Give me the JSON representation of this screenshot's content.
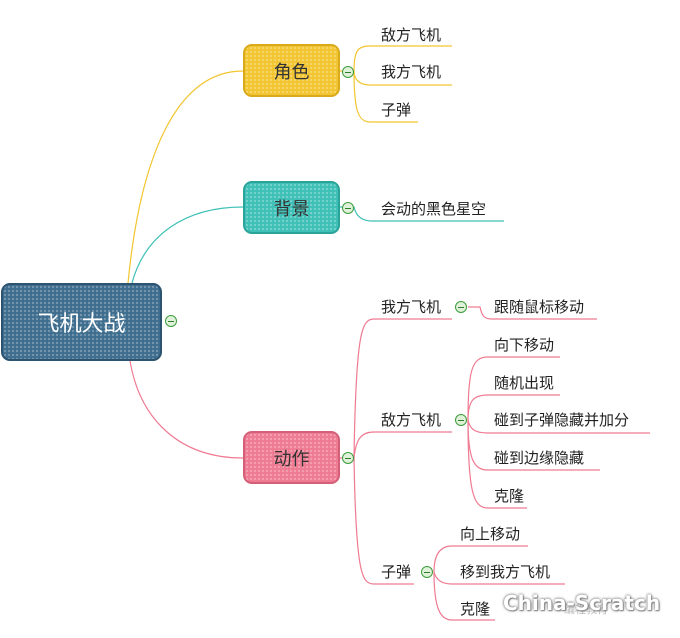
{
  "root": {
    "label": "飞机大战"
  },
  "role": {
    "label": "角色",
    "items": [
      "敌方飞机",
      "我方飞机",
      "子弹"
    ]
  },
  "background": {
    "label": "背景",
    "items": [
      "会动的黑色星空"
    ]
  },
  "action": {
    "label": "动作",
    "player": {
      "label": "我方飞机",
      "items": [
        "跟随鼠标移动"
      ]
    },
    "enemy": {
      "label": "敌方飞机",
      "items": [
        "向下移动",
        "随机出现",
        "碰到子弹隐藏并加分",
        "碰到边缘隐藏",
        "克隆"
      ]
    },
    "bullet": {
      "label": "子弹",
      "items": [
        "向上移动",
        "移到我方飞机",
        "克隆"
      ]
    }
  },
  "colors": {
    "root": "#3e6d8e",
    "role": "#f2c530",
    "background": "#3ec0b7",
    "action": "#ef7a92"
  },
  "watermark": {
    "main": "China-Scratch",
    "small": "编程教育"
  }
}
